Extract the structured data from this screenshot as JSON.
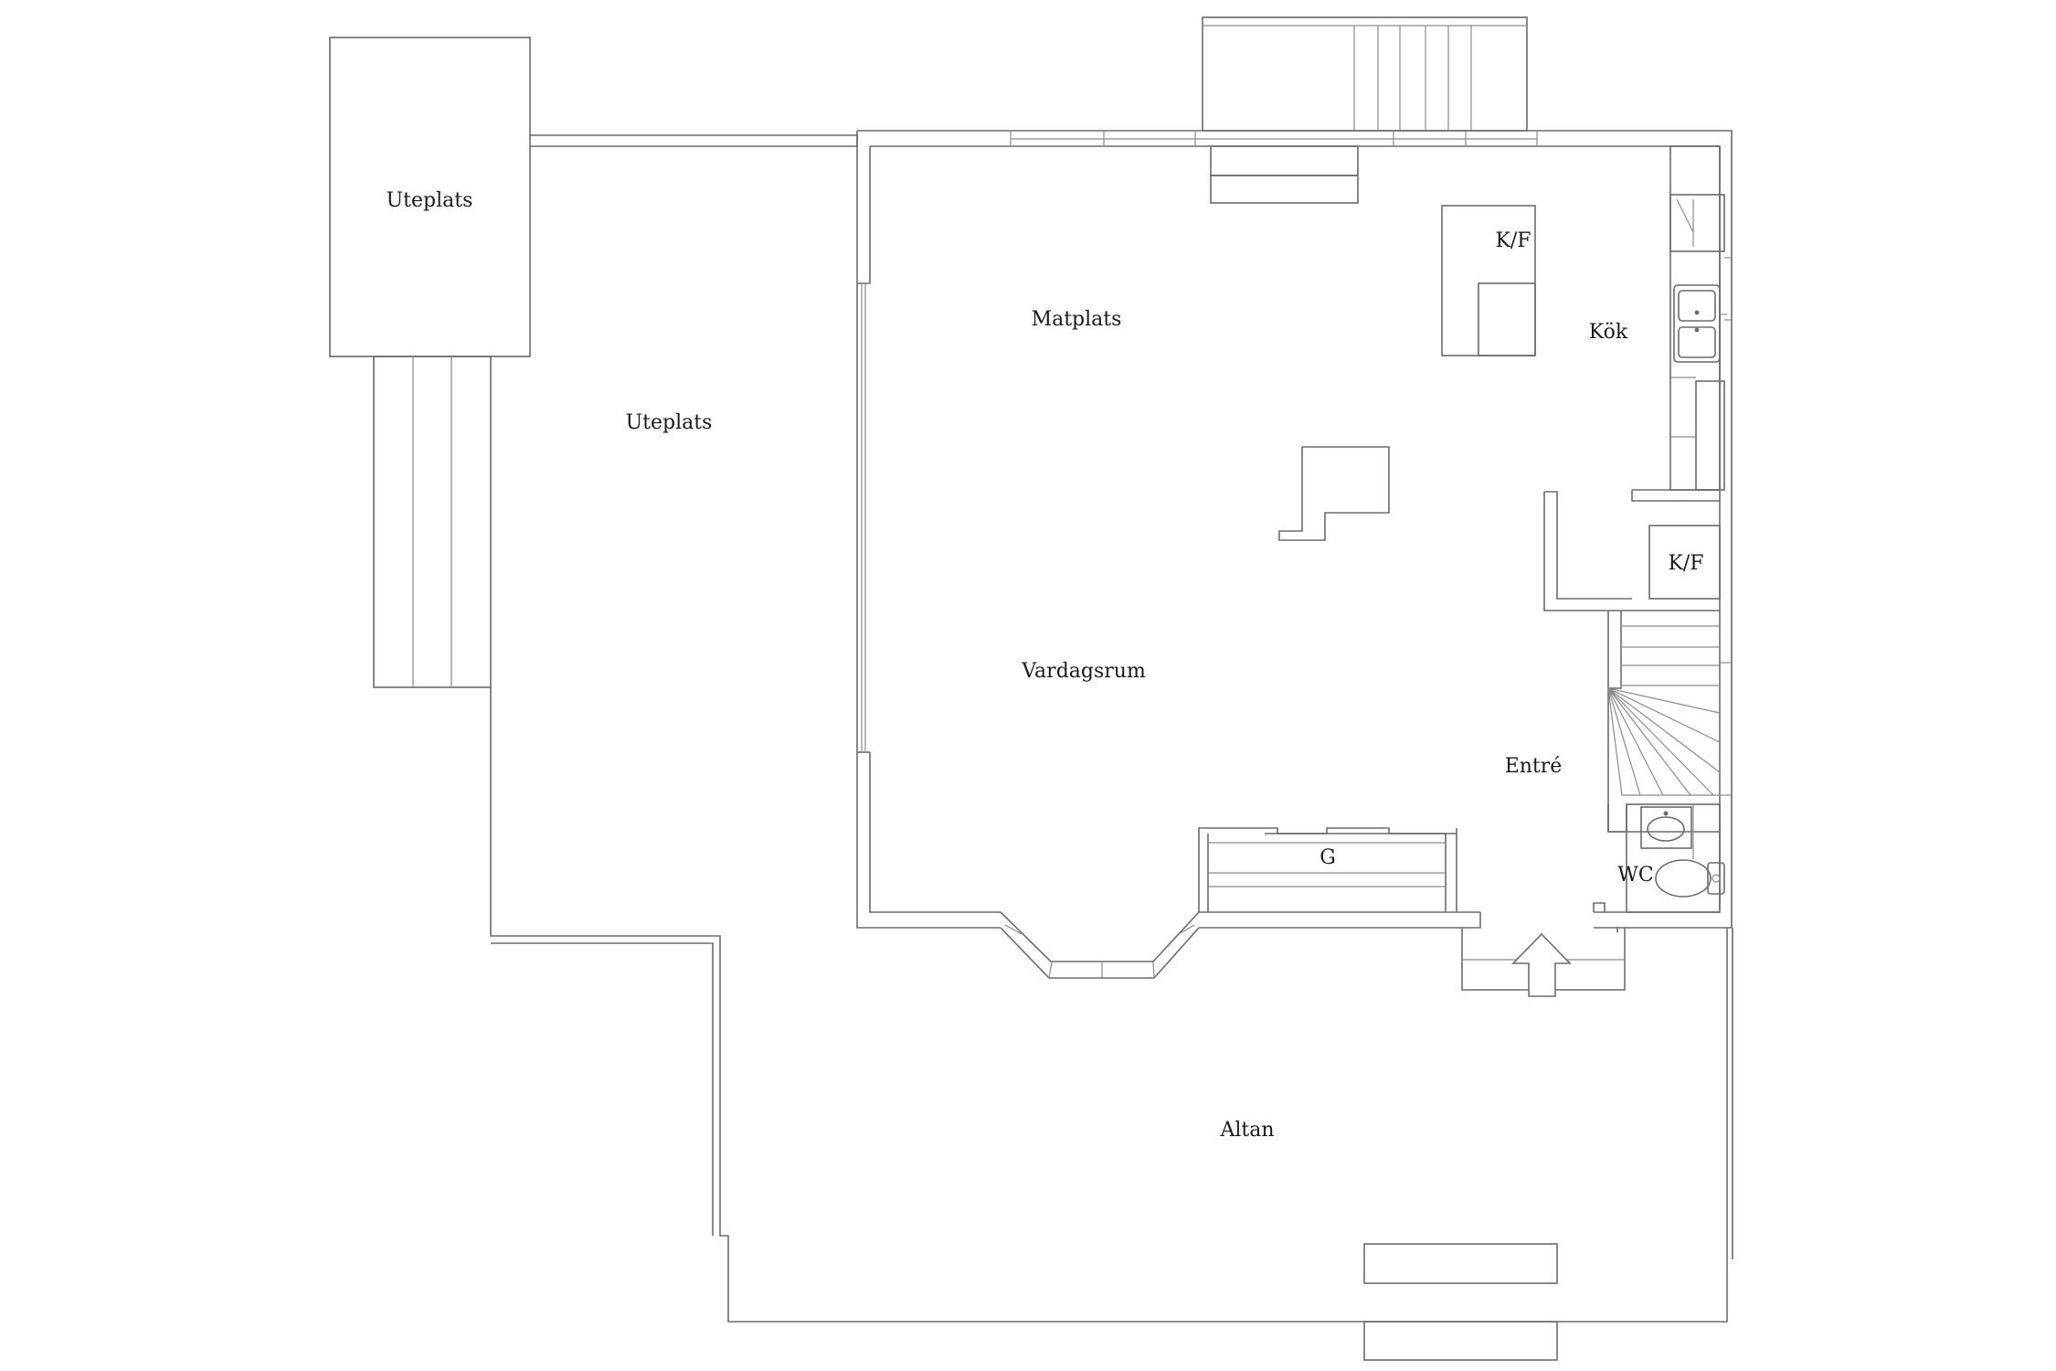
{
  "labels": {
    "uteplats_top": "Uteplats",
    "uteplats_mid": "Uteplats",
    "matplats": "Matplats",
    "kf_kitchen": "K/F",
    "kok": "Kök",
    "kf_entry": "K/F",
    "vardagsrum": "Vardagsrum",
    "entre": "Entré",
    "g": "G",
    "wc": "WC",
    "altan": "Altan"
  }
}
